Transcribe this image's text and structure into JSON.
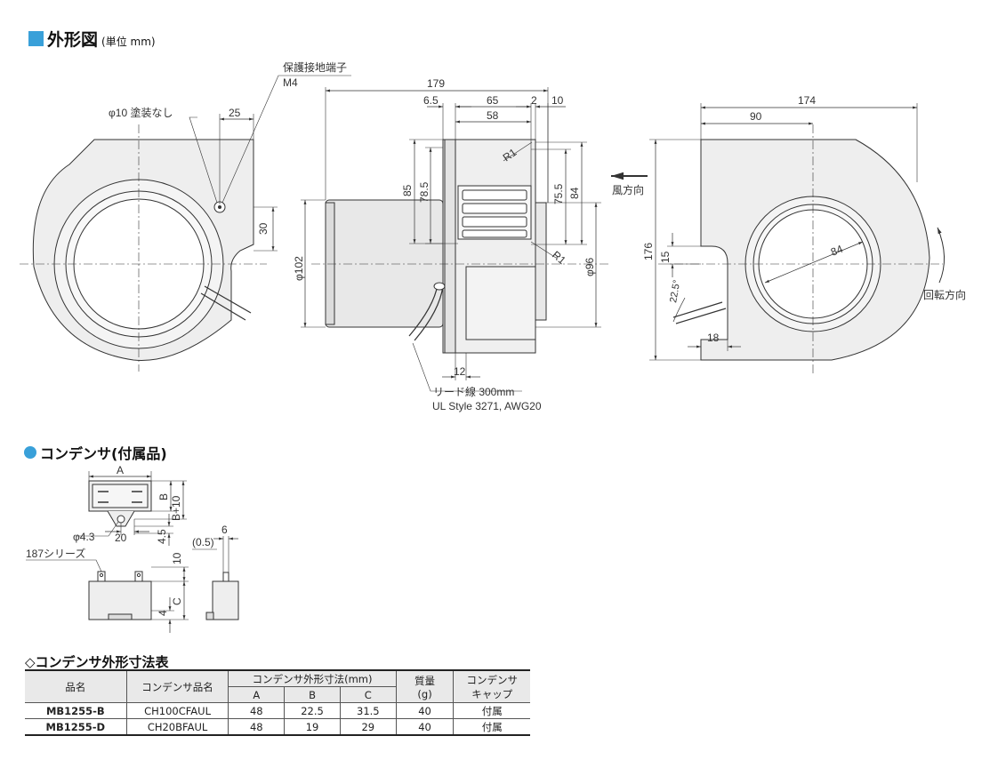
{
  "titles": {
    "outline": "外形図",
    "unit": "(単位 mm)",
    "capacitor": "コンデンサ(付属品)",
    "table": "◇コンデンサ外形寸法表"
  },
  "front_view": {
    "ground_terminal": "保護接地端子",
    "ground_m4": "M4",
    "hole_note": "φ10 塗装なし",
    "dim_25": "25",
    "dim_30": "30"
  },
  "side_view": {
    "dim_179": "179",
    "dim_6_5": "6.5",
    "dim_65": "65",
    "dim_2": "2",
    "dim_10": "10",
    "dim_58": "58",
    "dim_85": "85",
    "dim_78_5": "78.5",
    "dim_75_5": "75.5",
    "dim_84": "84",
    "dim_phi102": "φ102",
    "dim_phi96": "φ96",
    "r1_top": "R1",
    "r1_bottom": "R1",
    "dim_12": "12",
    "lead_wire": "リード線 300mm",
    "lead_spec": "UL Style 3271, AWG20"
  },
  "rear_view": {
    "dim_174": "174",
    "dim_90": "90",
    "wind_direction": "風方向",
    "dim_176": "176",
    "dim_15": "15",
    "dim_84": "84",
    "dim_22_5": "22.5°",
    "dim_18": "18",
    "rotation": "回転方向"
  },
  "capacitor_drawing": {
    "a": "A",
    "b": "B",
    "b10": "B+10",
    "phi43": "φ4.3",
    "d20": "20",
    "d45": "4.5",
    "d6": "6",
    "d05": "(0.5)",
    "series": "187シリーズ",
    "d10": "10",
    "d4": "4",
    "c": "C"
  },
  "table": {
    "headers": {
      "model": "品名",
      "cap_model": "コンデンサ品名",
      "dims": "コンデンサ外形寸法(mm)",
      "a": "A",
      "b": "B",
      "c": "C",
      "mass": "質量",
      "mass_unit": "(g)",
      "cap_line1": "コンデンサ",
      "cap_line2": "キャップ"
    },
    "rows": [
      {
        "model": "MB1255-B",
        "cap": "CH100CFAUL",
        "a": "48",
        "b": "22.5",
        "c": "31.5",
        "mass": "40",
        "capcap": "付属"
      },
      {
        "model": "MB1255-D",
        "cap": "CH20BFAUL",
        "a": "48",
        "b": "19",
        "c": "29",
        "mass": "40",
        "capcap": "付属"
      }
    ]
  },
  "colors": {
    "accent": "#39a0d9",
    "body_fill": "#eeeeee",
    "line": "#333333"
  }
}
